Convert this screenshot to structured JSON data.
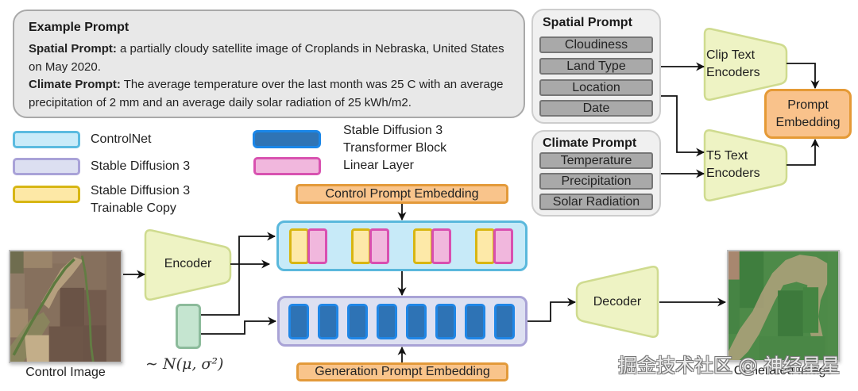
{
  "example_prompt": {
    "title": "Example Prompt",
    "spatial_label": "Spatial Prompt:",
    "spatial_text": " a partially cloudy satellite image of Croplands in Nebraska, United States on May 2020.",
    "climate_label": "Climate Prompt:",
    "climate_text": " The average temperature over the last month was 25 C with an average precipitation of 2 mm and an average daily solar radiation of 25 kWh/m2."
  },
  "legend": {
    "items": [
      {
        "label": "ControlNet",
        "fill": "#c9ebf9",
        "border": "#5bbbe0"
      },
      {
        "label": "Stable Diffusion 3",
        "fill": "#dcdff1",
        "border": "#a9a2d8"
      },
      {
        "label": "Stable Diffusion 3 Trainable Copy",
        "fill": "#fde8a6",
        "border": "#d7b614"
      },
      {
        "label": "Stable Diffusion 3 Transformer Block",
        "fill": "#2f74b5",
        "border": "#1a86e8"
      },
      {
        "label": "Linear Layer",
        "fill": "#f1b7dd",
        "border": "#d852b0"
      }
    ]
  },
  "spatial_prompt": {
    "title": "Spatial Prompt",
    "items": [
      "Cloudiness",
      "Land Type",
      "Location",
      "Date"
    ]
  },
  "climate_prompt": {
    "title": "Climate Prompt",
    "items": [
      "Temperature",
      "Precipitation",
      "Solar Radiation"
    ]
  },
  "text_encoders": {
    "clip": "Clip Text Encoders",
    "t5": "T5 Text Encoders"
  },
  "prompt_embedding": "Prompt Embedding",
  "control_prompt_embedding": "Control Prompt Embedding",
  "generation_prompt_embedding": "Generation Prompt Embedding",
  "controlnet": {
    "block_pairs": 4
  },
  "sd3": {
    "transformer_blocks": 8
  },
  "encoder": "Encoder",
  "decoder": "Decoder",
  "noise_label": "∼ N(μ, σ²)",
  "control_image_label": "Control Image",
  "generated_image_label": "Generated Image",
  "watermark": "掘金技术社区 @ 神经星星"
}
